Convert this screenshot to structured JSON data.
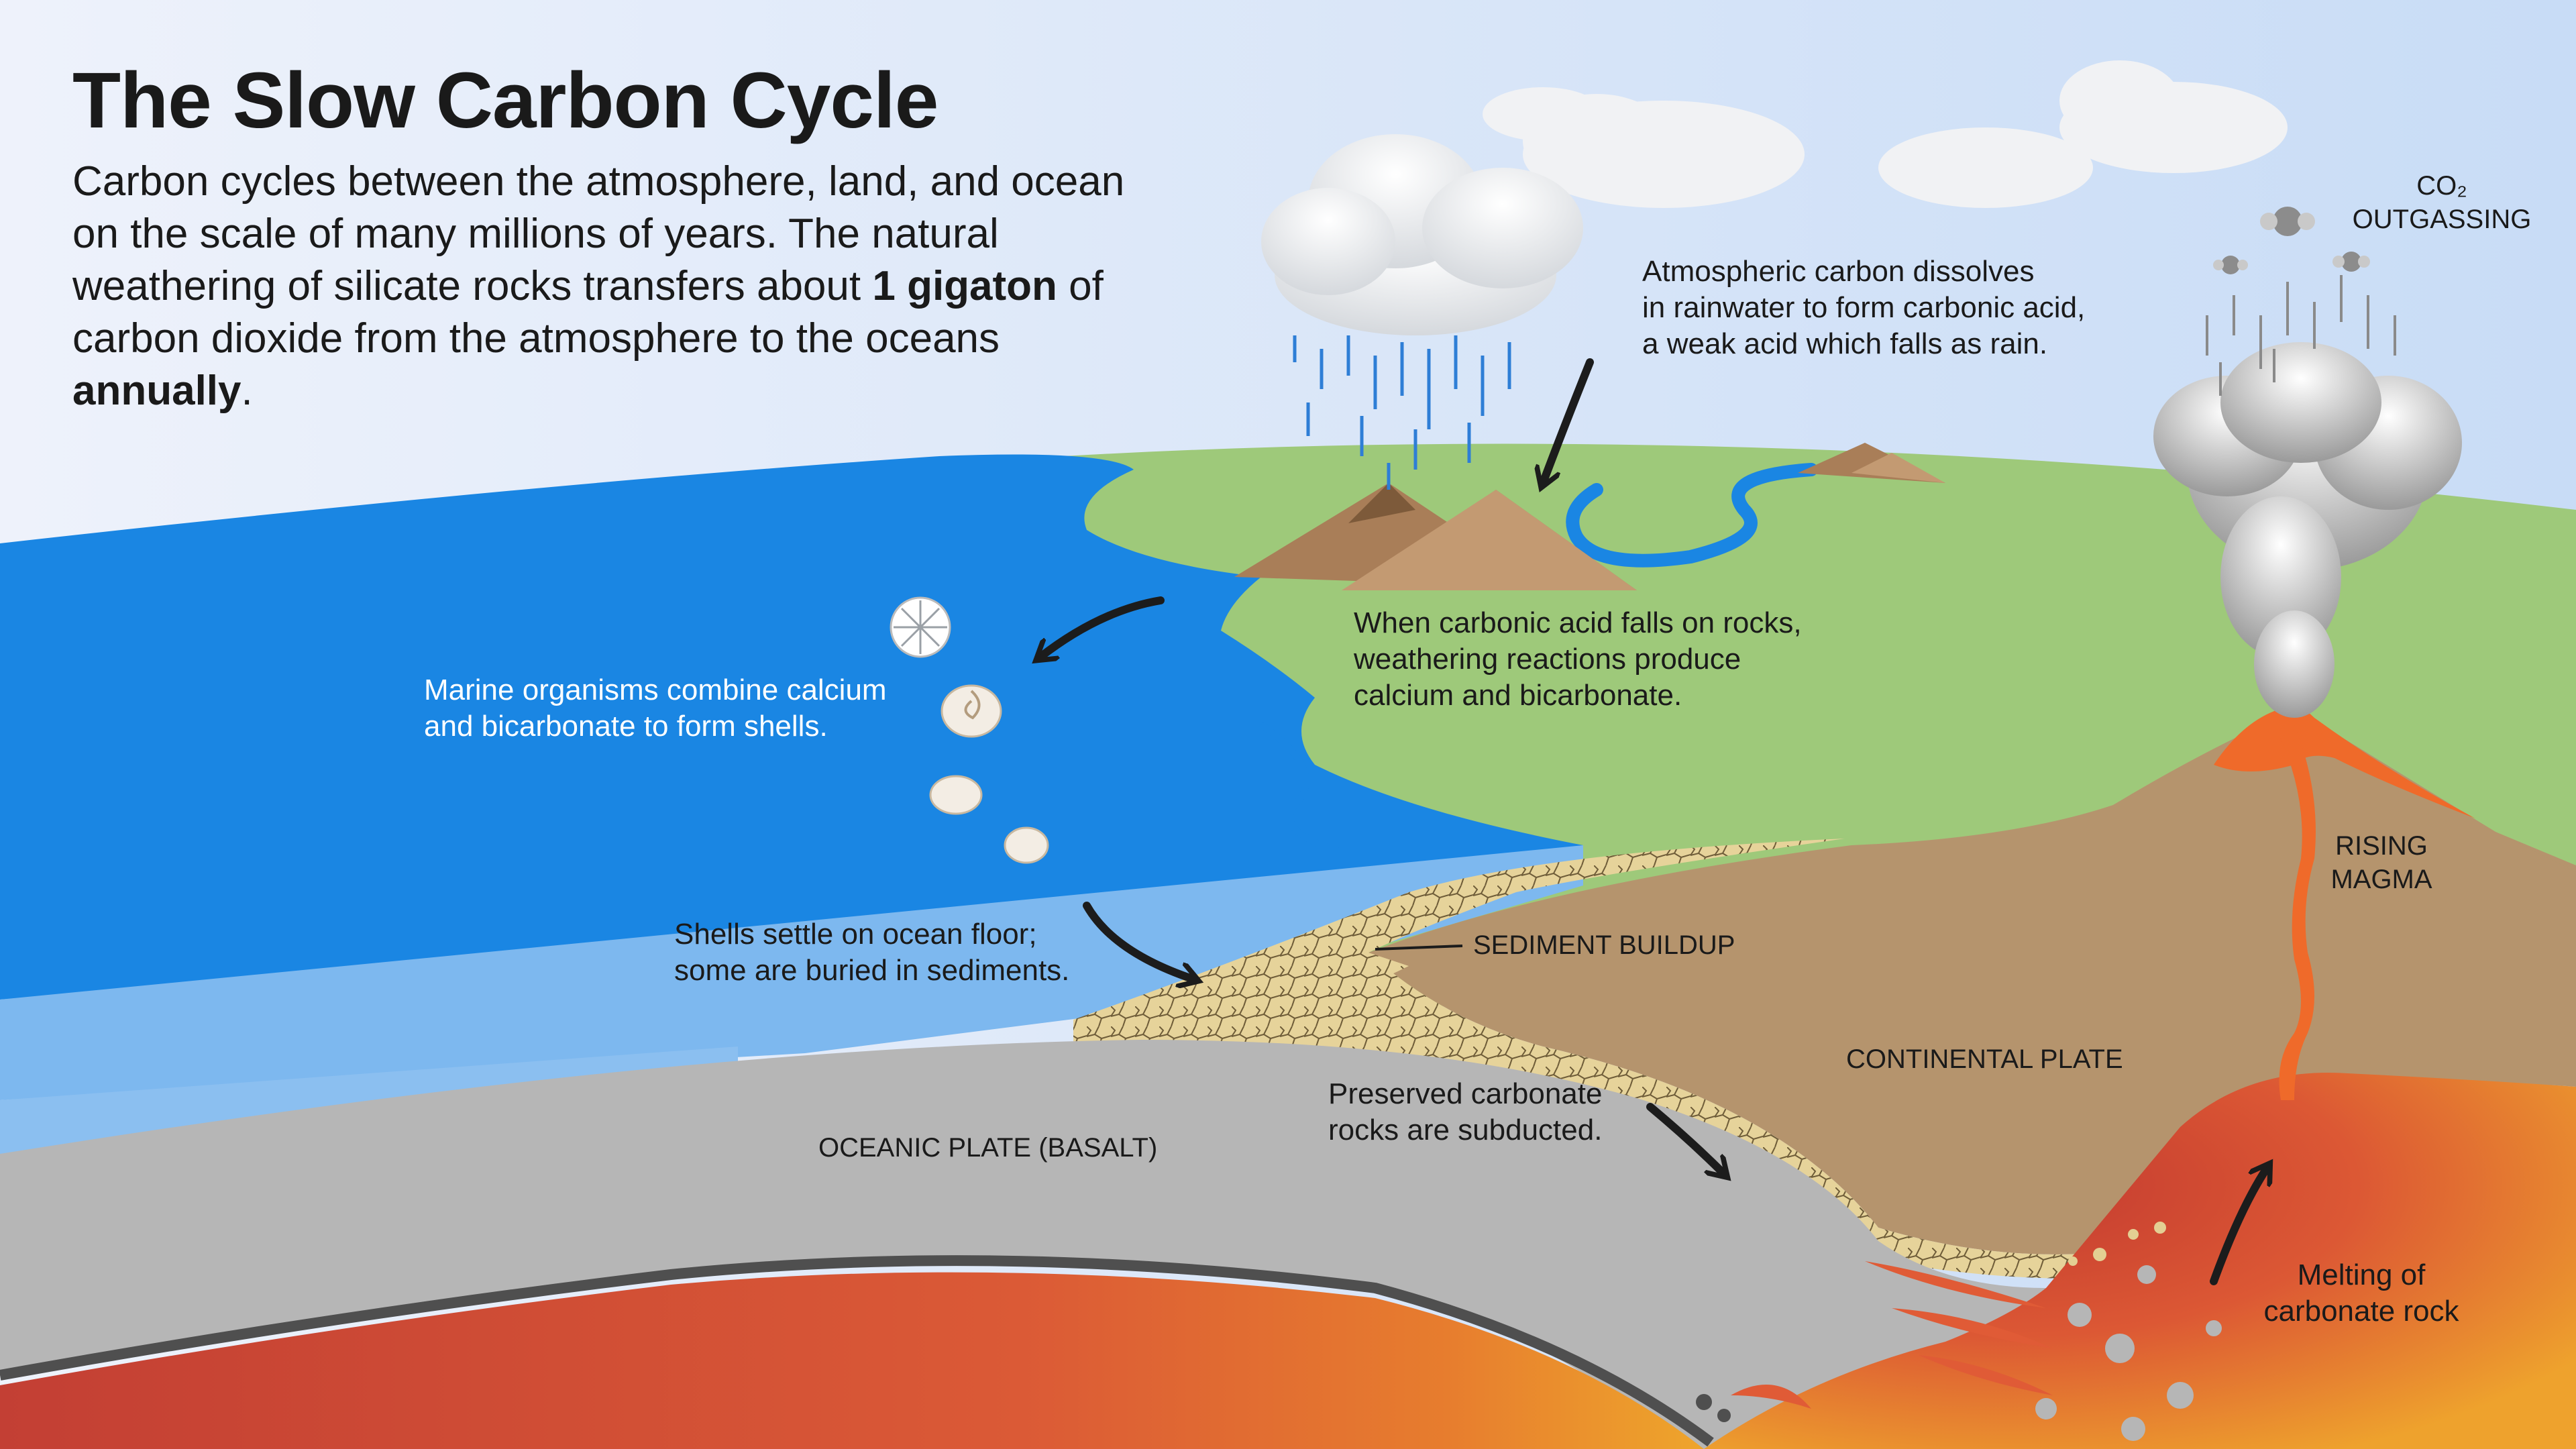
{
  "title": "The Slow Carbon Cycle",
  "intro": {
    "part1": "Carbon cycles between the atmosphere, land, and ocean on the scale of many millions of years. The natural weathering of silicate rocks transfers about ",
    "bold1": "1 gigaton",
    "part2": " of carbon dioxide from the atmosphere to the oceans ",
    "bold2": "annually",
    "part3": "."
  },
  "labels": {
    "rain": [
      "Atmospheric carbon dissolves",
      "in rainwater to form carbonic acid,",
      "a weak acid which falls as rain."
    ],
    "weathering": [
      "When carbonic acid falls on rocks,",
      "weathering reactions produce",
      "calcium and bicarbonate."
    ],
    "marine": [
      "Marine organisms combine calcium",
      "and bicarbonate to form shells."
    ],
    "shells": [
      "Shells settle on ocean floor;",
      "some are buried in sediments."
    ],
    "sediment": "SEDIMENT BUILDUP",
    "continental": "CONTINENTAL PLATE",
    "oceanic": "OCEANIC PLATE (BASALT)",
    "subducted": [
      "Preserved carbonate",
      "rocks are subducted."
    ],
    "melting": [
      "Melting of",
      "carbonate rock"
    ],
    "magma": [
      "RISING",
      "MAGMA"
    ],
    "co2": [
      "CO₂",
      "OUTGASSING"
    ]
  },
  "colors": {
    "ocean": "#1a86e3",
    "shallow": "#7db8ef",
    "land": "#9ec97a",
    "continent": "#b5946d",
    "oceanic_plate": "#b6b6b6",
    "sediment": "#e3cf93",
    "mantle": "#d4533a",
    "magma": "#ef6a2a"
  }
}
